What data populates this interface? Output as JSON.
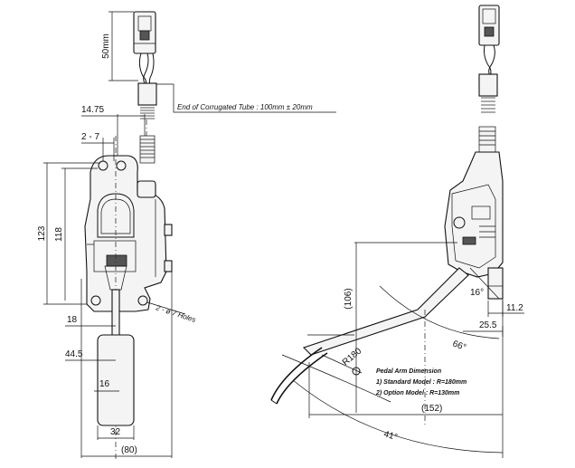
{
  "dimensions": {
    "d50": "50mm",
    "tube_note": "End of Corrugated Tube : 100mm ± 20mm",
    "d14_75": "14.75",
    "d2_7": "2 - 7",
    "d123": "123",
    "d118": "118",
    "holes": "2 - ø 7 Holes",
    "d18": "18",
    "d44_5": "44.5",
    "d16": "16",
    "d32": "32",
    "d80": "(80)",
    "d106": "(106)",
    "d16deg": "16°",
    "d11_2": "11.2",
    "d25_5": "25.5",
    "d66deg": "66°",
    "r180": "R180",
    "d152": "(152)",
    "d41deg": "41°"
  },
  "pedal_arm": {
    "title": "Pedal Arm Dimension",
    "standard": "1) Standard Model : R=180mm",
    "option": "2) Option Model : R=130mm"
  }
}
